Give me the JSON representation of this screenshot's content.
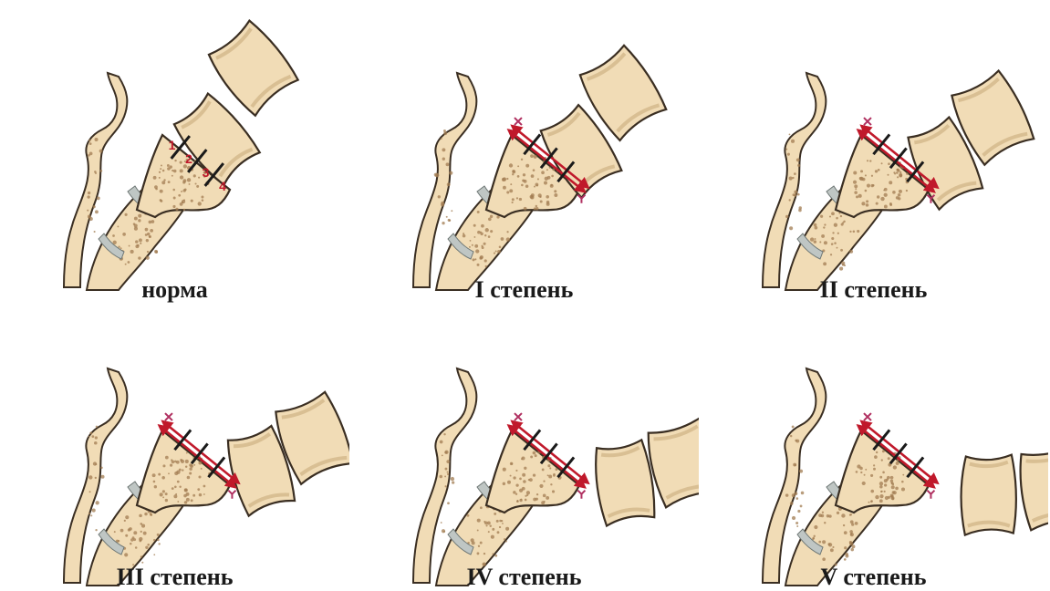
{
  "panels": [
    {
      "caption": "норма",
      "row": "top"
    },
    {
      "caption": "I степень",
      "row": "top"
    },
    {
      "caption": "II степень",
      "row": "top"
    },
    {
      "caption": "III степень",
      "row": "bottom"
    },
    {
      "caption": "IV степень",
      "row": "bottom"
    },
    {
      "caption": "V степень",
      "row": "bottom"
    }
  ],
  "segment_labels": [
    "1",
    "2",
    "3",
    "4"
  ],
  "colors": {
    "bone_fill": "#f1dcb6",
    "bone_stroke": "#3a2e22",
    "bone_pore": "#a27c52",
    "disc": "#bfc6c4",
    "arrow": "#c0192b",
    "marker_line": "#1a1a1a",
    "background": "#ffffff"
  }
}
